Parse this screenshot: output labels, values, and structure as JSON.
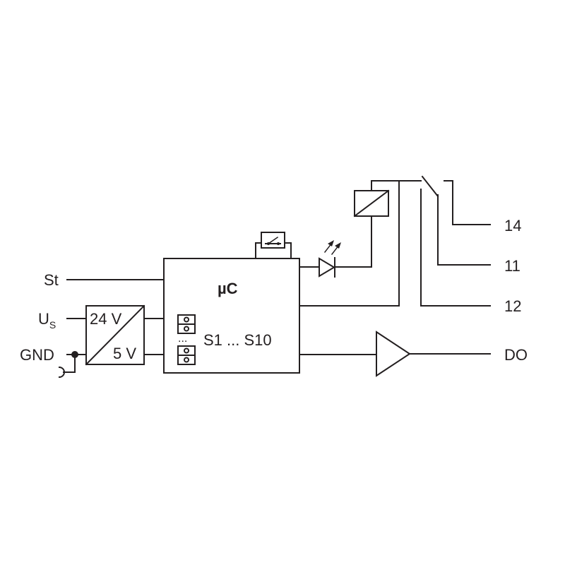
{
  "labels": {
    "st": "St",
    "us_main": "U",
    "us_sub": "S",
    "gnd": "GND",
    "converter_in": "24 V",
    "converter_out": "5 V",
    "microcontroller": "µC",
    "switch_range": "S1 ... S10",
    "dip_dots": "...",
    "terminal_14": "14",
    "terminal_11": "11",
    "terminal_12": "12",
    "output_do": "DO"
  },
  "colors": {
    "line": "#231f20",
    "background": "#ffffff"
  }
}
